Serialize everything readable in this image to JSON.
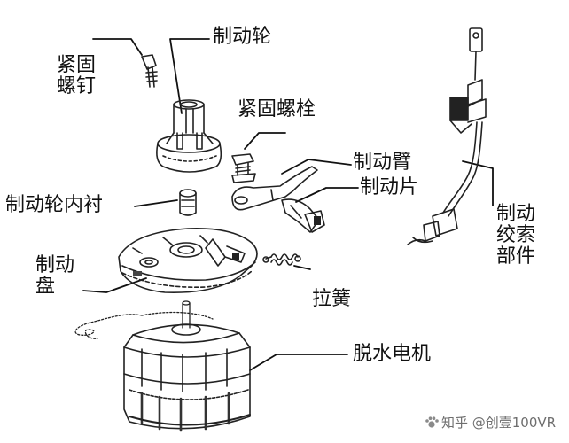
{
  "labels": {
    "tighten_screw_line1": "紧固",
    "tighten_screw_line2": "螺钉",
    "brake_wheel": "制动轮",
    "tighten_bolt": "紧固螺栓",
    "brake_arm": "制动臂",
    "brake_pad": "制动片",
    "brake_wheel_liner": "制动轮内衬",
    "brake_disc_line1": "制动",
    "brake_disc_line2": "盘",
    "tension_spring": "拉簧",
    "cable_part_line1": "制动",
    "cable_part_line2": "绞索",
    "cable_part_line3": "部件",
    "spin_motor": "脱水电机"
  },
  "watermark": {
    "text": "知乎 @创壹100VR",
    "icon": "paw-icon"
  },
  "colors": {
    "ink": "#111111",
    "watermark": "#6e6e6e",
    "background": "#ffffff"
  }
}
